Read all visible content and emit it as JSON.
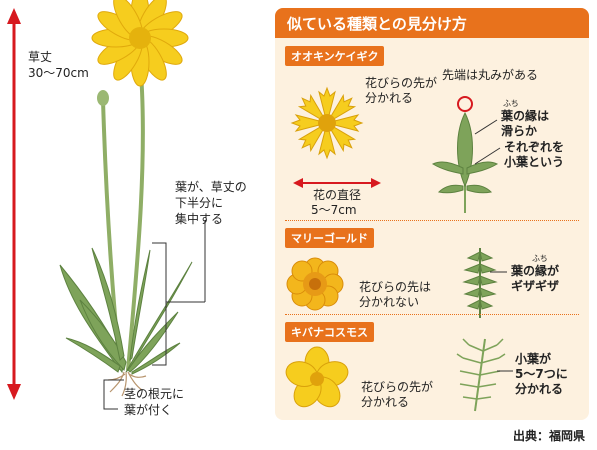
{
  "plant": {
    "height_label": "草丈",
    "height_value": "30〜70cm",
    "leaves_note": [
      "葉が、草丈の",
      "下半分に",
      "集中する"
    ],
    "base_note": [
      "茎の根元に",
      "葉が付く"
    ]
  },
  "panel": {
    "title": "似ている種類との見分け方",
    "species": [
      {
        "name": "オオキンケイギク",
        "petal_note": [
          "花びらの先が",
          "分かれる"
        ],
        "tip_note": "先端は丸みがある",
        "ruby": "ふち",
        "edge_note": [
          "葉の縁は",
          "滑らか"
        ],
        "leaflet_note": [
          "それぞれを",
          "小葉という"
        ],
        "diameter_label": "花の直径",
        "diameter_value": "5〜7cm"
      },
      {
        "name": "マリーゴールド",
        "petal_note": [
          "花びらの先は",
          "分かれない"
        ],
        "ruby": "ふち",
        "edge_note": [
          "葉の縁が",
          "ギザギザ"
        ]
      },
      {
        "name": "キバナコスモス",
        "petal_note": [
          "花びらの先が",
          "分かれる"
        ],
        "leaflet_note": [
          "小葉が",
          "5〜7つに",
          "分かれる"
        ]
      }
    ]
  },
  "credit": "出典：福岡県",
  "colors": {
    "accent": "#e8721c",
    "panel_bg": "#fdf1df",
    "arrow": "#d7191f",
    "flower": "#f6cd1e",
    "leaf": "#7ea35a"
  }
}
